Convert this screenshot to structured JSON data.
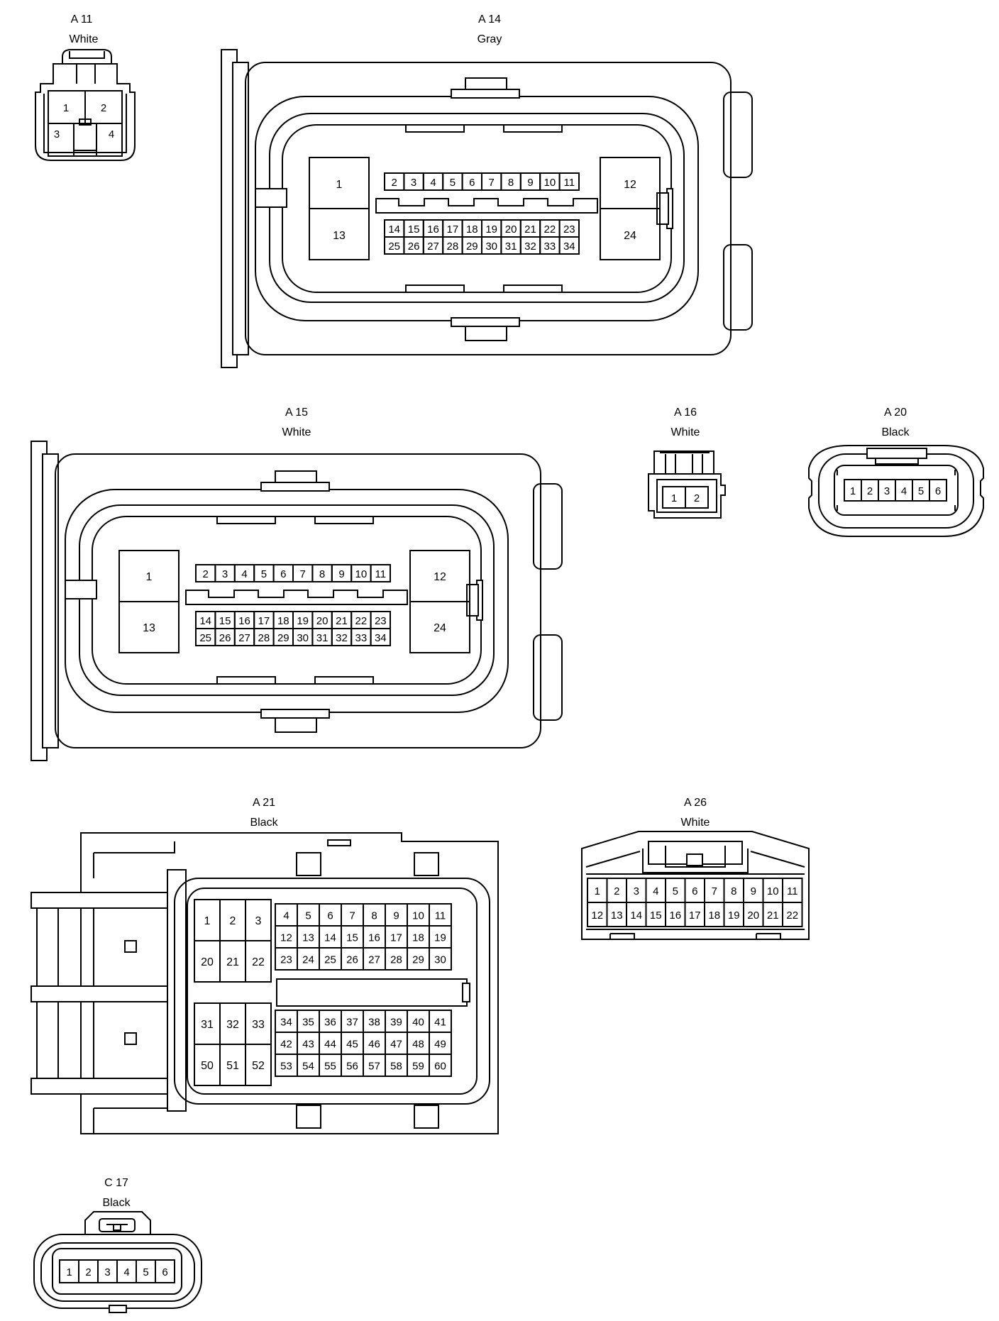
{
  "connectors": {
    "a11": {
      "code": "A 11",
      "color": "White",
      "pins": [
        "1",
        "2",
        "3",
        "4"
      ]
    },
    "a14": {
      "code": "A 14",
      "color": "Gray",
      "large": [
        "1",
        "13",
        "12",
        "24"
      ],
      "row1": [
        "2",
        "3",
        "4",
        "5",
        "6",
        "7",
        "8",
        "9",
        "10",
        "11"
      ],
      "row2": [
        "14",
        "15",
        "16",
        "17",
        "18",
        "19",
        "20",
        "21",
        "22",
        "23"
      ],
      "row3": [
        "25",
        "26",
        "27",
        "28",
        "29",
        "30",
        "31",
        "32",
        "33",
        "34"
      ]
    },
    "a15": {
      "code": "A 15",
      "color": "White",
      "large": [
        "1",
        "13",
        "12",
        "24"
      ],
      "row1": [
        "2",
        "3",
        "4",
        "5",
        "6",
        "7",
        "8",
        "9",
        "10",
        "11"
      ],
      "row2": [
        "14",
        "15",
        "16",
        "17",
        "18",
        "19",
        "20",
        "21",
        "22",
        "23"
      ],
      "row3": [
        "25",
        "26",
        "27",
        "28",
        "29",
        "30",
        "31",
        "32",
        "33",
        "34"
      ]
    },
    "a16": {
      "code": "A 16",
      "color": "White",
      "pins": [
        "1",
        "2"
      ]
    },
    "a20": {
      "code": "A 20",
      "color": "Black",
      "pins": [
        "1",
        "2",
        "3",
        "4",
        "5",
        "6"
      ]
    },
    "a21": {
      "code": "A 21",
      "color": "Black",
      "left_top": [
        "1",
        "2",
        "3",
        "20",
        "21",
        "22"
      ],
      "left_bottom": [
        "31",
        "32",
        "33",
        "50",
        "51",
        "52"
      ],
      "right_top": [
        "4",
        "5",
        "6",
        "7",
        "8",
        "9",
        "10",
        "11",
        "12",
        "13",
        "14",
        "15",
        "16",
        "17",
        "18",
        "19",
        "23",
        "24",
        "25",
        "26",
        "27",
        "28",
        "29",
        "30"
      ],
      "right_bottom": [
        "34",
        "35",
        "36",
        "37",
        "38",
        "39",
        "40",
        "41",
        "42",
        "43",
        "44",
        "45",
        "46",
        "47",
        "48",
        "49",
        "53",
        "54",
        "55",
        "56",
        "57",
        "58",
        "59",
        "60"
      ]
    },
    "a26": {
      "code": "A 26",
      "color": "White",
      "row1": [
        "1",
        "2",
        "3",
        "4",
        "5",
        "6",
        "7",
        "8",
        "9",
        "10",
        "11"
      ],
      "row2": [
        "12",
        "13",
        "14",
        "15",
        "16",
        "17",
        "18",
        "19",
        "20",
        "21",
        "22"
      ]
    },
    "c17": {
      "code": "C 17",
      "color": "Black",
      "pins": [
        "1",
        "2",
        "3",
        "4",
        "5",
        "6"
      ]
    }
  }
}
